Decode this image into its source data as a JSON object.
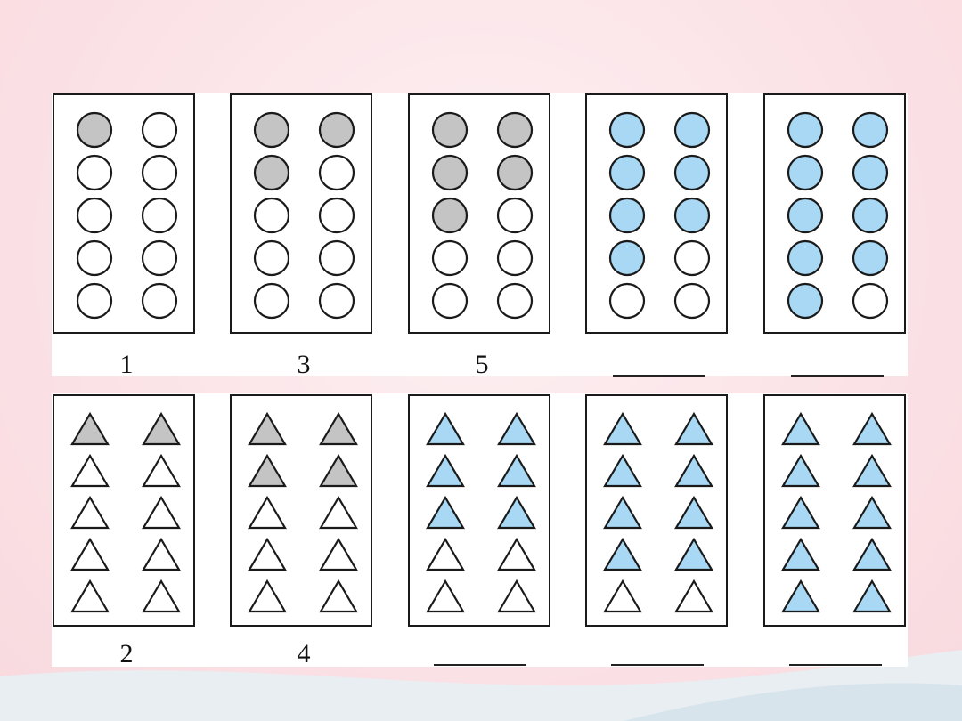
{
  "colors": {
    "gray_fill": "#c4c4c4",
    "blue_fill": "#a8d8f4",
    "empty_fill": "#ffffff",
    "stroke": "#1a1a1a"
  },
  "circle_cards": [
    {
      "filled": 1,
      "fill": "gray",
      "answer": "1"
    },
    {
      "filled": 3,
      "fill": "gray",
      "answer": "3"
    },
    {
      "filled": 5,
      "fill": "gray",
      "answer": "5"
    },
    {
      "filled": 7,
      "fill": "blue",
      "answer": ""
    },
    {
      "filled": 9,
      "fill": "blue",
      "answer": ""
    }
  ],
  "triangle_cards": [
    {
      "filled": 2,
      "fill": "gray",
      "answer": "2"
    },
    {
      "filled": 4,
      "fill": "gray",
      "answer": "4"
    },
    {
      "filled": 6,
      "fill": "blue",
      "answer": ""
    },
    {
      "filled": 8,
      "fill": "blue",
      "answer": ""
    },
    {
      "filled": 10,
      "fill": "blue",
      "answer": ""
    }
  ]
}
